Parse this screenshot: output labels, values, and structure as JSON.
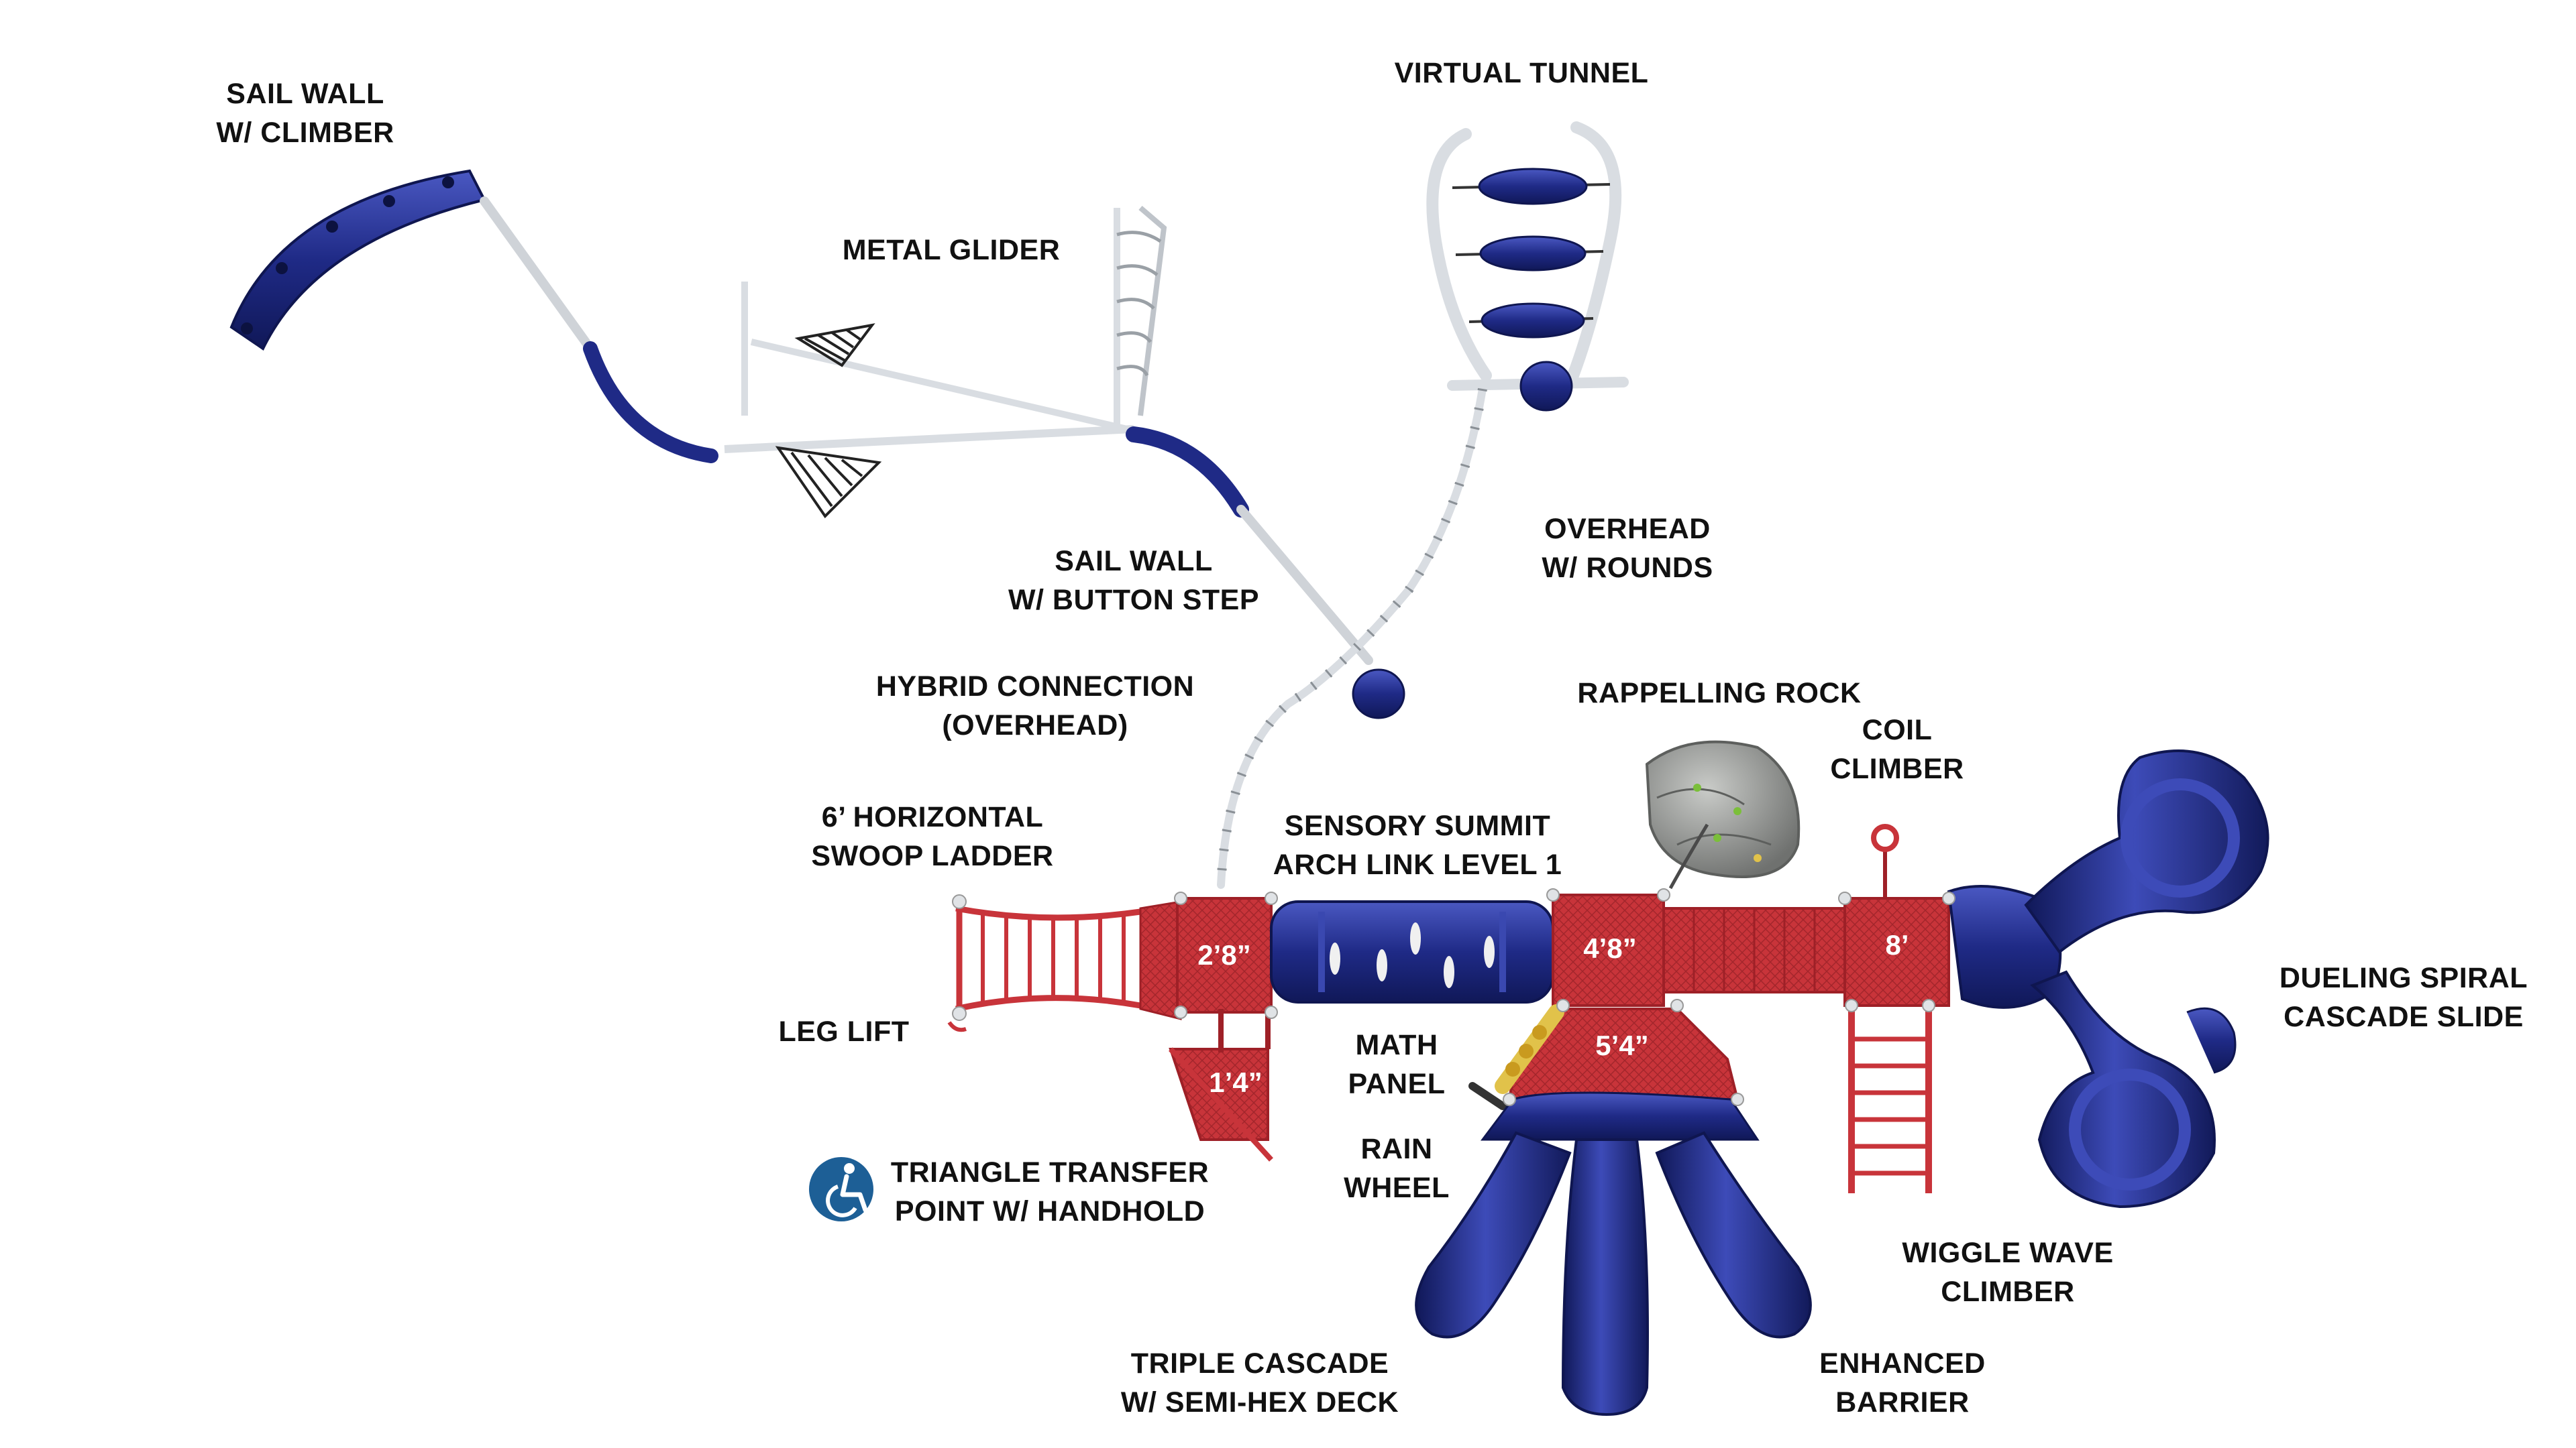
{
  "labels": {
    "sail_wall_climber": [
      "SAIL WALL",
      "W/ CLIMBER"
    ],
    "virtual_tunnel": [
      "VIRTUAL TUNNEL"
    ],
    "metal_glider": [
      "METAL GLIDER"
    ],
    "sail_wall_button_step": [
      "SAIL WALL",
      "W/ BUTTON STEP"
    ],
    "overhead_rounds": [
      "OVERHEAD",
      "W/ ROUNDS"
    ],
    "hybrid_connection": [
      "HYBRID CONNECTION",
      "(OVERHEAD)"
    ],
    "rappelling_rock": [
      "RAPPELLING ROCK"
    ],
    "coil_climber": [
      "COIL",
      "CLIMBER"
    ],
    "horizontal_swoop_ladder": [
      "6’ HORIZONTAL",
      "SWOOP LADDER"
    ],
    "sensory_summit": [
      "SENSORY SUMMIT",
      "ARCH LINK LEVEL 1"
    ],
    "dueling_spiral": [
      "DUELING SPIRAL",
      "CASCADE SLIDE"
    ],
    "leg_lift": [
      "LEG LIFT"
    ],
    "math_panel": [
      "MATH",
      "PANEL"
    ],
    "rain_wheel": [
      "RAIN",
      "WHEEL"
    ],
    "triangle_transfer": [
      "TRIANGLE TRANSFER",
      "POINT W/ HANDHOLD"
    ],
    "wiggle_wave": [
      "WIGGLE WAVE",
      "CLIMBER"
    ],
    "triple_cascade": [
      "TRIPLE CASCADE",
      "W/ SEMI-HEX DECK"
    ],
    "enhanced_barrier": [
      "ENHANCED",
      "BARRIER"
    ]
  },
  "decks": {
    "deck_a": "2’8”",
    "deck_b": "4’8”",
    "deck_c": "8’",
    "deck_d": "1’4”",
    "deck_e": "5’4”"
  },
  "icons": {
    "accessibility": "wheelchair-accessible-icon"
  },
  "colors": {
    "deck_red": "#c8343a",
    "deck_red_dark": "#9e2027",
    "slide_blue": "#1f2a86",
    "slide_blue_dark": "#121a5a",
    "steel": "#d9dde2",
    "rock": "#9a9c9a",
    "label": "#111111",
    "access_blue": "#1d5f96"
  }
}
